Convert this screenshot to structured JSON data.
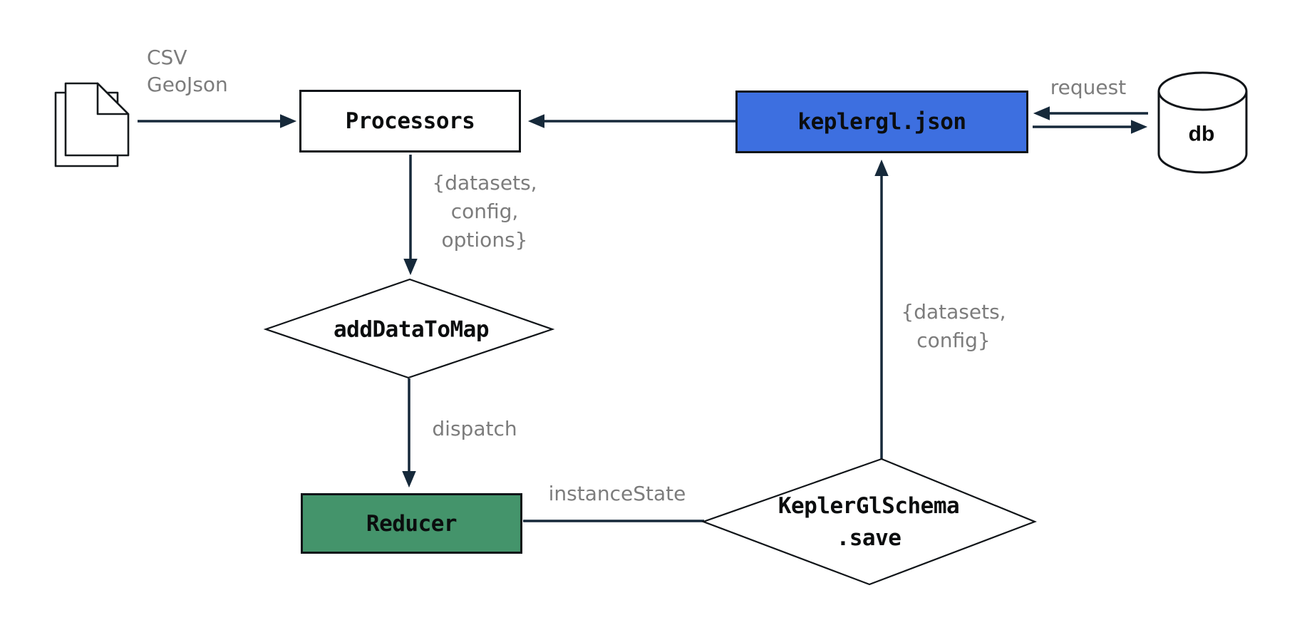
{
  "colors": {
    "blue-fill": "#3d6fe0",
    "green-fill": "#44946b",
    "edge": "#16293a",
    "node-border": "#101418",
    "node-text": "#0b0d0e",
    "label-gray": "#7c7c7c"
  },
  "nodes": {
    "files": {
      "icon": "file-stack-icon"
    },
    "processors": {
      "label": "Processors"
    },
    "keplergl_json": {
      "label": "keplergl.json"
    },
    "add_data_to_map": {
      "label": "addDataToMap"
    },
    "reducer": {
      "label": "Reducer"
    },
    "kepler_gl_schema": {
      "line1": "KeplerGlSchema",
      "line2": ".save"
    },
    "db": {
      "label": "db"
    }
  },
  "edge_labels": {
    "file_types": {
      "line1": "CSV",
      "line2": "GeoJson"
    },
    "add_data_payload": {
      "line1": "{datasets,",
      "line2": "config,",
      "line3": "options}"
    },
    "dispatch": "dispatch",
    "instance_state": "instanceState",
    "save_payload": {
      "line1": "{datasets,",
      "line2": "config}"
    },
    "request": "request"
  }
}
